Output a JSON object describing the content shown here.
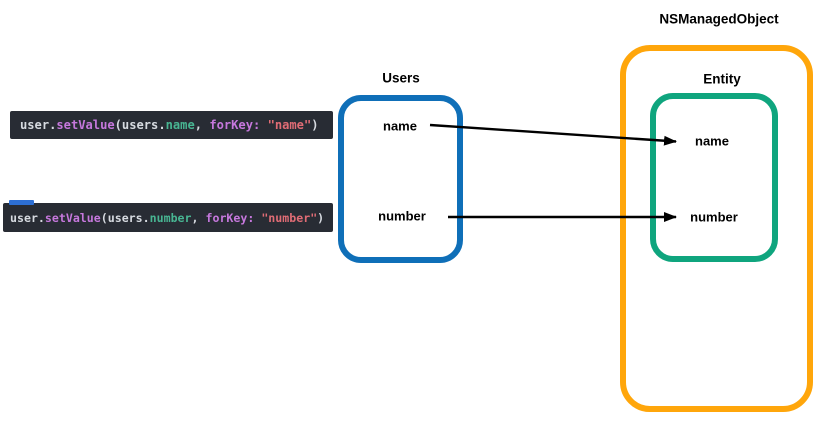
{
  "colors": {
    "background": "#ffffff",
    "code-bg": "#282c34",
    "code-plain": "#d6dae0",
    "code-purple": "#c678dd",
    "code-teal": "#48b592",
    "code-string": "#e06c75",
    "tab-marker-blue": "#2d6fd4",
    "users-blue": "#0f6fb8",
    "nsmo-orange": "#ffa60b",
    "entity-green": "#0fa57e",
    "arrow-black": "#000000",
    "label-black": "#000000"
  },
  "code_snippets": [
    {
      "full_text": "user.setValue(users.name, forKey: \"name\")",
      "tokens": [
        {
          "text": "user.",
          "role": "plain"
        },
        {
          "text": "setValue",
          "role": "function-purple"
        },
        {
          "text": "(users.",
          "role": "plain"
        },
        {
          "text": "name",
          "role": "property-teal"
        },
        {
          "text": ", ",
          "role": "plain"
        },
        {
          "text": "forKey: ",
          "role": "keyword-purple"
        },
        {
          "text": "\"name\"",
          "role": "string-red"
        },
        {
          "text": ")",
          "role": "plain"
        }
      ]
    },
    {
      "full_text": "user.setValue(users.number, forKey: \"number\")",
      "has_tab_marker": true,
      "tokens": [
        {
          "text": "user.",
          "role": "plain"
        },
        {
          "text": "setValue",
          "role": "function-purple"
        },
        {
          "text": "(users.",
          "role": "plain"
        },
        {
          "text": "number",
          "role": "property-teal"
        },
        {
          "text": ", ",
          "role": "plain"
        },
        {
          "text": "forKey: ",
          "role": "keyword-purple"
        },
        {
          "text": "\"number\"",
          "role": "string-red"
        },
        {
          "text": ")",
          "role": "plain"
        }
      ]
    }
  ],
  "users_box": {
    "title": "Users",
    "fields": [
      "name",
      "number"
    ]
  },
  "nsmanagedobject_box": {
    "title": "NSManagedObject",
    "entity": {
      "title": "Entity",
      "fields": [
        "name",
        "number"
      ]
    }
  },
  "arrows": [
    {
      "from": "users.name",
      "to": "entity.name"
    },
    {
      "from": "users.number",
      "to": "entity.number"
    }
  ]
}
